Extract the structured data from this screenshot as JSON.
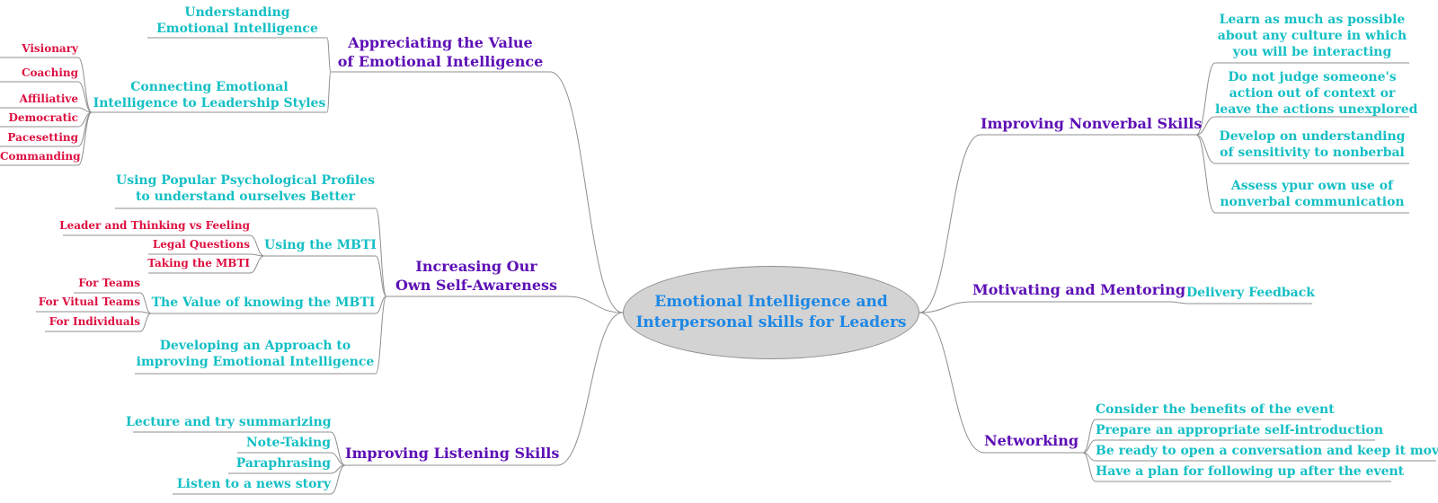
{
  "colors": {
    "level1": "#5d0fb5",
    "level2": "#14bfc4",
    "level3": "#dd1040",
    "center_text": "#1e88e5",
    "center_fill": "#d3d3d3",
    "lines": "#8f8f8f"
  },
  "center": {
    "line1": "Emotional Intelligence and",
    "line2": "Interpersonal skills for Leaders"
  },
  "left": {
    "appreciating": {
      "title": [
        "Appreciating the Value",
        "of Emotional Intelligence"
      ],
      "understanding": [
        "Understanding",
        "Emotional Intelligence"
      ],
      "connecting": [
        "Connecting Emotional",
        "Intelligence to Leadership Styles"
      ],
      "styles": [
        "Visionary",
        "Coaching",
        "Affiliative",
        "Democratic",
        "Pacesetting",
        "Commanding"
      ]
    },
    "self_awareness": {
      "title": [
        "Increasing Our",
        "Own Self-Awareness"
      ],
      "profiles": [
        "Using Popular Psychological Profiles",
        "to understand ourselves Better"
      ],
      "mbti": "Using the MBTI",
      "mbti_children": [
        "Leader and Thinking vs Feeling",
        "Legal Questions",
        "Taking the MBTI"
      ],
      "value_mbti": "The Value of knowing the MBTI",
      "value_children": [
        "For Teams",
        "For Vitual Teams",
        "For Individuals"
      ],
      "approach": [
        "Developing an Approach to",
        "improving Emotional Intelligence"
      ]
    },
    "listening": {
      "title": "Improving Listening Skills",
      "children": [
        "Lecture and try summarizing",
        "Note-Taking",
        "Paraphrasing",
        "Listen to a news story"
      ]
    }
  },
  "right": {
    "nonverbal": {
      "title": "Improving Nonverbal Skills",
      "children": [
        [
          "Learn as much as possible",
          "about any culture in which",
          "you will be interacting"
        ],
        [
          "Do not judge someone's",
          "action out of context or",
          "leave the actions unexplored"
        ],
        [
          "Develop on understanding",
          "of sensitivity to nonberbal"
        ],
        [
          "Assess ypur own use of",
          "nonverbal communication"
        ]
      ]
    },
    "motivating": {
      "title": "Motivating and Mentoring",
      "children": [
        "Delivery Feedback"
      ]
    },
    "networking": {
      "title": "Networking",
      "children": [
        "Consider the benefits of the event",
        "Prepare an appropriate self-introduction",
        "Be ready to open a conversation and keep it moving",
        "Have a plan for following up after the event"
      ]
    }
  }
}
